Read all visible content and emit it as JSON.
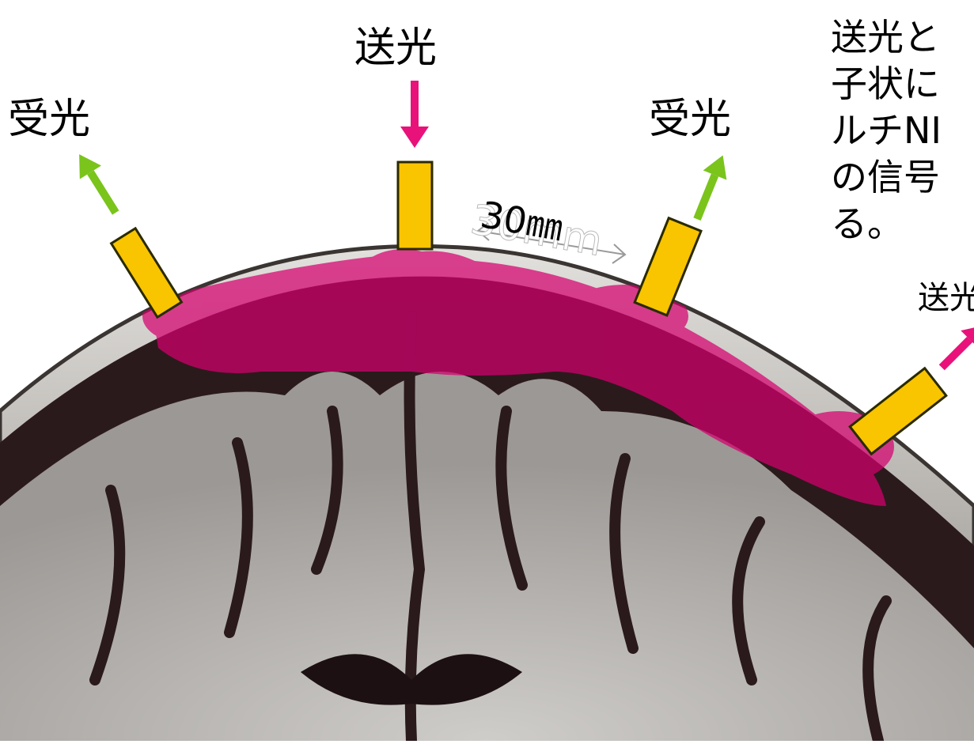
{
  "labels": {
    "send": "送光",
    "receive": "受光",
    "distance": "30㎜",
    "distance_ghost": "30mm",
    "far_right_partial": "送光"
  },
  "note_lines": [
    "送光と",
    "子状に",
    "ルチNI",
    "の信号",
    "る。"
  ],
  "colors": {
    "optode": "#f9c400",
    "send_arrow": "#e8127a",
    "receive_arrow": "#7ac41c",
    "activation": "#d4006e",
    "background": "#ffffff"
  }
}
